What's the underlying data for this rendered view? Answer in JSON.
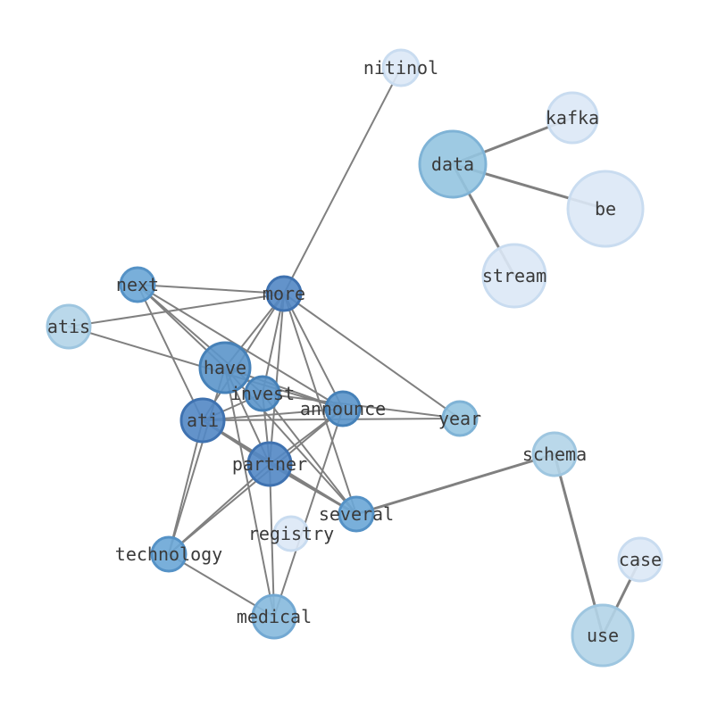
{
  "graph": {
    "nodes": [
      {
        "id": "nitinol",
        "label": "nitinol",
        "color": "#dce8f6"
      },
      {
        "id": "kafka",
        "label": "kafka",
        "color": "#dce8f6"
      },
      {
        "id": "data",
        "label": "data",
        "color": "#94c4e0"
      },
      {
        "id": "be",
        "label": "be",
        "color": "#dce8f6"
      },
      {
        "id": "stream",
        "label": "stream",
        "color": "#dce8f6"
      },
      {
        "id": "next",
        "label": "next",
        "color": "#6aa6d6"
      },
      {
        "id": "more",
        "label": "more",
        "color": "#5287c4"
      },
      {
        "id": "atis",
        "label": "atis",
        "color": "#b2d4e8"
      },
      {
        "id": "have",
        "label": "have",
        "color": "#5b95ca"
      },
      {
        "id": "invest",
        "label": "invest",
        "color": "#5b95ca"
      },
      {
        "id": "ati",
        "label": "ati",
        "color": "#5287c4"
      },
      {
        "id": "announce",
        "label": "announce",
        "color": "#5b95ca"
      },
      {
        "id": "year",
        "label": "year",
        "color": "#94c4e0"
      },
      {
        "id": "partner",
        "label": "partner",
        "color": "#5287c4"
      },
      {
        "id": "schema",
        "label": "schema",
        "color": "#b2d4e8"
      },
      {
        "id": "several",
        "label": "several",
        "color": "#6aa6d6"
      },
      {
        "id": "registry",
        "label": "registry",
        "color": "#dce8f6"
      },
      {
        "id": "technology",
        "label": "technology",
        "color": "#6aa6d6"
      },
      {
        "id": "case",
        "label": "case",
        "color": "#dce8f6"
      },
      {
        "id": "medical",
        "label": "medical",
        "color": "#86b9dd"
      },
      {
        "id": "use",
        "label": "use",
        "color": "#b2d4e8"
      }
    ],
    "edges": [
      [
        "more",
        "nitinol"
      ],
      [
        "data",
        "kafka"
      ],
      [
        "data",
        "be"
      ],
      [
        "data",
        "stream"
      ],
      [
        "next",
        "more"
      ],
      [
        "next",
        "have"
      ],
      [
        "next",
        "invest"
      ],
      [
        "next",
        "announce"
      ],
      [
        "next",
        "ati"
      ],
      [
        "atis",
        "more"
      ],
      [
        "atis",
        "announce"
      ],
      [
        "more",
        "have"
      ],
      [
        "more",
        "invest"
      ],
      [
        "more",
        "ati"
      ],
      [
        "more",
        "partner"
      ],
      [
        "more",
        "announce"
      ],
      [
        "more",
        "year"
      ],
      [
        "more",
        "several"
      ],
      [
        "have",
        "announce"
      ],
      [
        "have",
        "partner"
      ],
      [
        "have",
        "several"
      ],
      [
        "have",
        "medical"
      ],
      [
        "have",
        "technology"
      ],
      [
        "invest",
        "ati"
      ],
      [
        "invest",
        "partner"
      ],
      [
        "invest",
        "several"
      ],
      [
        "invest",
        "year"
      ],
      [
        "ati",
        "announce"
      ],
      [
        "ati",
        "year"
      ],
      [
        "ati",
        "partner"
      ],
      [
        "ati",
        "several"
      ],
      [
        "ati",
        "technology"
      ],
      [
        "announce",
        "partner"
      ],
      [
        "announce",
        "technology"
      ],
      [
        "announce",
        "medical"
      ],
      [
        "partner",
        "several"
      ],
      [
        "partner",
        "technology"
      ],
      [
        "partner",
        "medical"
      ],
      [
        "technology",
        "medical"
      ],
      [
        "several",
        "schema"
      ],
      [
        "schema",
        "use"
      ],
      [
        "use",
        "case"
      ]
    ]
  }
}
